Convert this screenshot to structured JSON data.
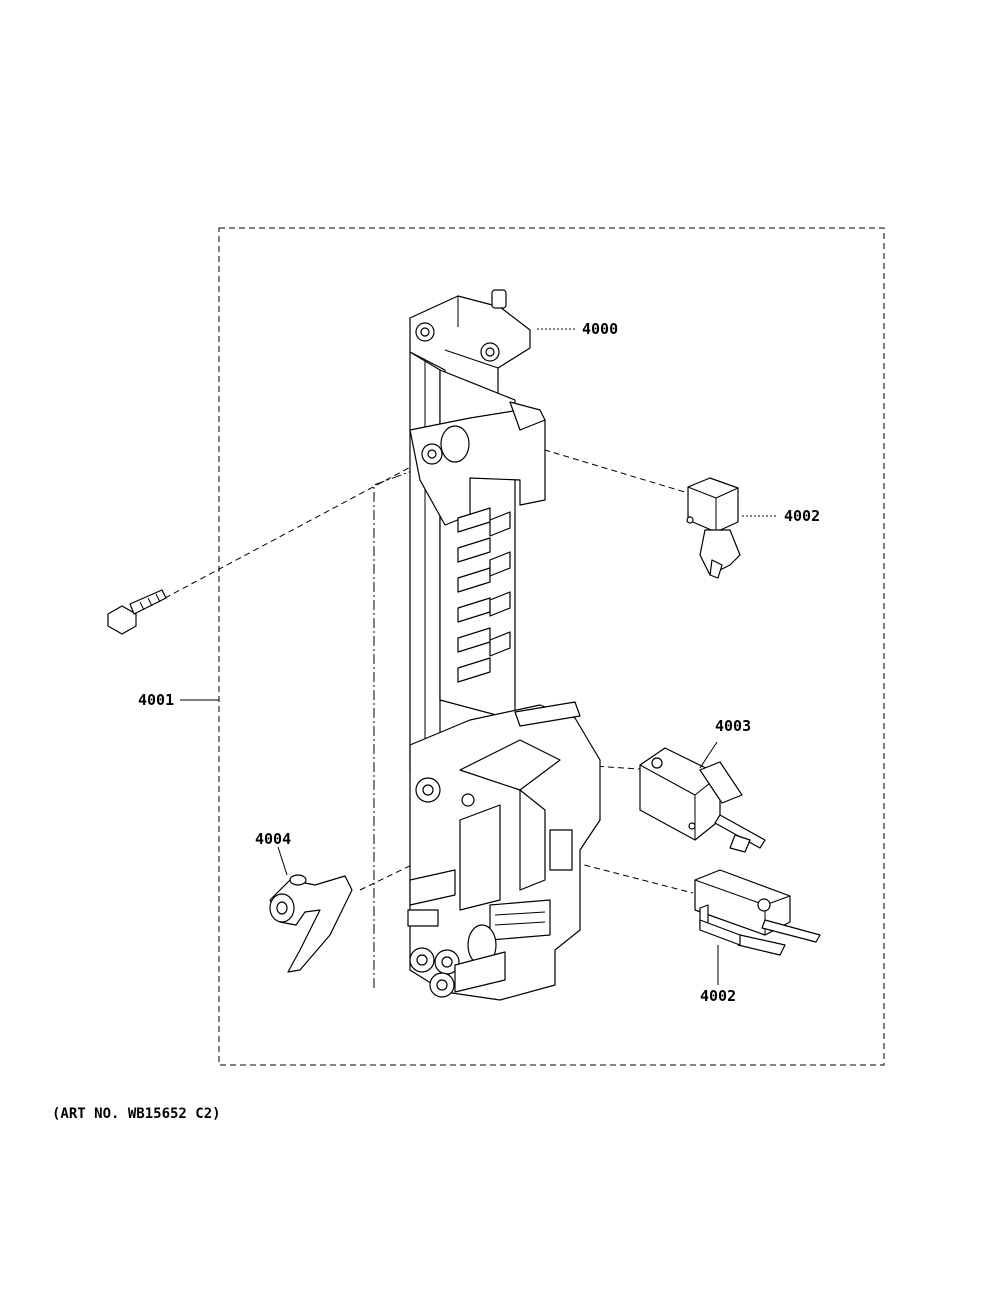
{
  "callouts": {
    "bracket": "4000",
    "assembly": "4001",
    "switch_upper": "4002",
    "switch_middle": "4003",
    "switch_lower": "4002",
    "lever": "4004"
  },
  "art_number": "(ART NO. WB15652 C2)",
  "icons": [
    "screw-icon",
    "microswitch-icon",
    "lever-icon",
    "bracket-icon"
  ]
}
